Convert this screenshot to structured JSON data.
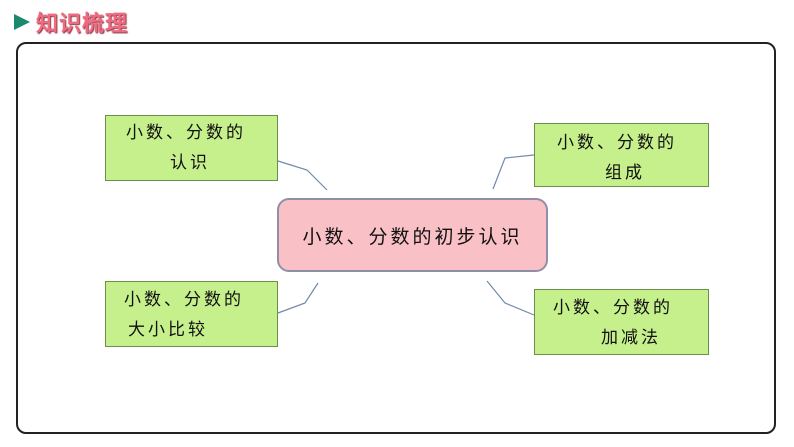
{
  "header": {
    "title": "知识梳理"
  },
  "diagram": {
    "center": "小数、分数的初步认识",
    "nodes": {
      "top_left": [
        "小数、分数的",
        "认识"
      ],
      "top_right": [
        "小数、分数的",
        "组成"
      ],
      "bottom_left": [
        "小数、分数的",
        "大小比较"
      ],
      "bottom_right": [
        "小数、分数的",
        "加减法"
      ]
    },
    "colors": {
      "node_fill": "#c6f08c",
      "center_fill": "#f9c0c6",
      "header_text": "#f06a80",
      "header_arrow": "#1a8a6e"
    }
  }
}
